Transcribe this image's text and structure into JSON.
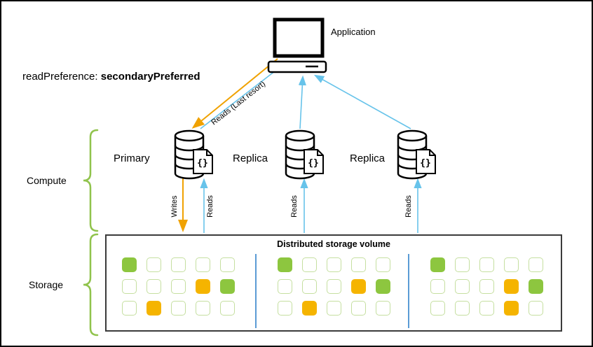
{
  "header": {
    "read_preference_label": "readPreference:",
    "read_preference_value": "secondaryPreferred"
  },
  "application": {
    "label": "Application"
  },
  "nodes": [
    {
      "label": "Primary"
    },
    {
      "label": "Replica"
    },
    {
      "label": "Replica"
    }
  ],
  "sections": {
    "compute": "Compute",
    "storage": "Storage"
  },
  "arrows": {
    "reads_last_resort": "Reads (Last resort)",
    "writes": "Writes",
    "reads_primary": "Reads",
    "reads_replica1": "Reads",
    "reads_replica2": "Reads"
  },
  "storage_volume": {
    "title": "Distributed storage volume",
    "groups": [
      {
        "rows": [
          [
            "green",
            "empty",
            "empty",
            "empty",
            "empty"
          ],
          [
            "empty",
            "empty",
            "empty",
            "orange",
            "green"
          ],
          [
            "empty",
            "orange",
            "empty",
            "empty",
            "empty"
          ]
        ]
      },
      {
        "rows": [
          [
            "green",
            "empty",
            "empty",
            "empty",
            "empty"
          ],
          [
            "empty",
            "empty",
            "empty",
            "orange",
            "green"
          ],
          [
            "empty",
            "orange",
            "empty",
            "empty",
            "empty"
          ]
        ]
      },
      {
        "rows": [
          [
            "green",
            "empty",
            "empty",
            "empty",
            "empty"
          ],
          [
            "empty",
            "empty",
            "empty",
            "orange",
            "green"
          ],
          [
            "empty",
            "empty",
            "empty",
            "orange",
            "empty"
          ]
        ]
      }
    ]
  },
  "colors": {
    "orange_arrow": "#F0A202",
    "blue_arrow": "#67C3EA",
    "green_block": "#8DC63F",
    "orange_block": "#F5B400",
    "empty_block_border": "#C5DFA0",
    "brace_green": "#90C34C",
    "divider_blue": "#5B9BD5"
  }
}
